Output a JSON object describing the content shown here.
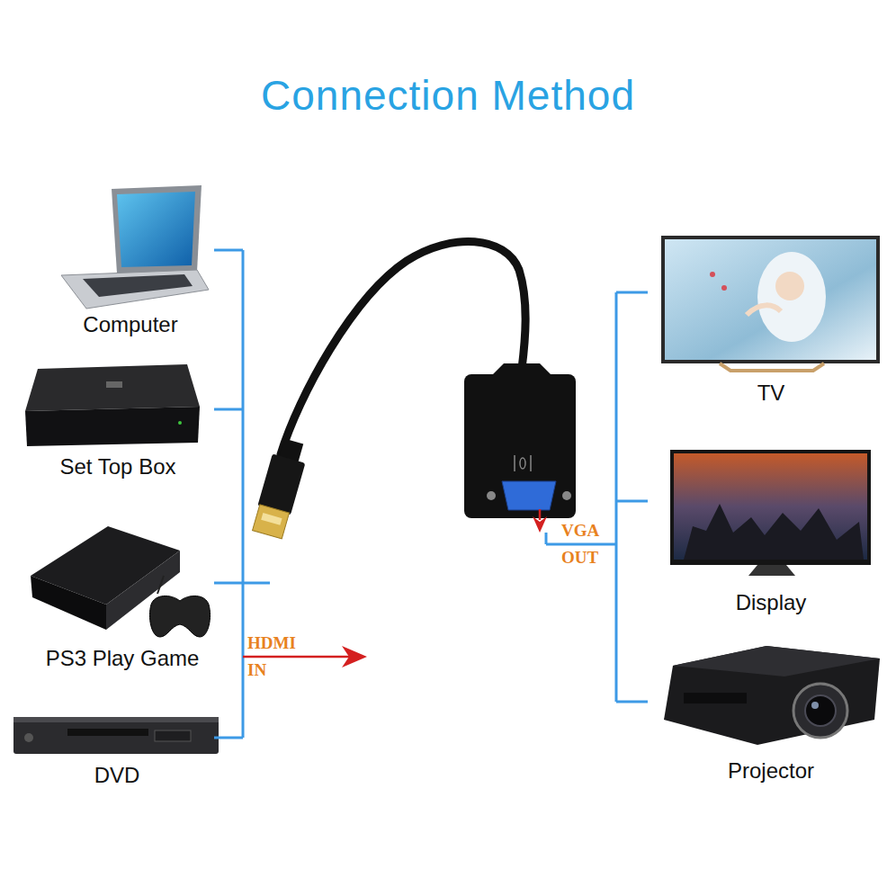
{
  "diagram": {
    "title": "Connection Method",
    "nodes": [
      {
        "text": [
          "Computer"
        ]
      },
      {
        "text": [
          "Set Top Box"
        ]
      },
      {
        "text": [
          "PS3 Play Game"
        ]
      },
      {
        "text": [
          "DVD"
        ]
      },
      {
        "text": [
          "TV"
        ]
      },
      {
        "text": [
          "Display"
        ]
      },
      {
        "text": [
          "Projector"
        ]
      }
    ],
    "labels": [
      "HDMI IN",
      "VGA OUT"
    ]
  }
}
